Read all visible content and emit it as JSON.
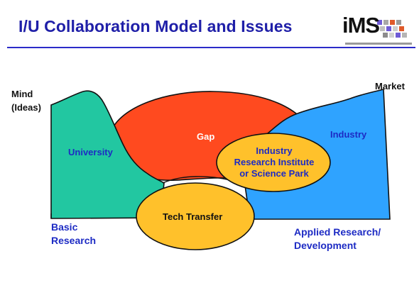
{
  "title": "I/U Collaboration Model and Issues",
  "logo": {
    "text": "iMS"
  },
  "labels": {
    "mind": "Mind",
    "ideas": "(Ideas)",
    "market": "Market",
    "university": "University",
    "gap": "Gap",
    "industry": "Industry",
    "institute_line1": "Industry",
    "institute_line2": "Research Institute",
    "institute_line3": "or Science Park",
    "tech_transfer": "Tech Transfer",
    "basic1": "Basic",
    "basic2": "Research",
    "applied1": "Applied Research/",
    "applied2": "Development"
  },
  "colors": {
    "title": "#1f1fa8",
    "rule": "#2b2bc9",
    "university": "#22c7a1",
    "gap": "#ff4a1f",
    "industry": "#2fa3ff",
    "bubble": "#ffc12b",
    "outline": "#111111",
    "text_blue": "#1d2bc4"
  }
}
